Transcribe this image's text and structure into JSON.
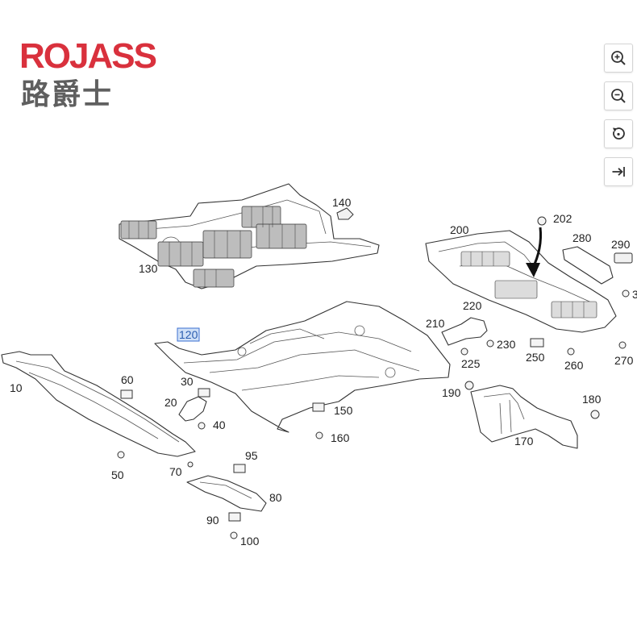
{
  "brand": {
    "name_en": "ROJASS",
    "name_cn": "路爵士",
    "color": "#d9313d",
    "color_cn": "#5f5f5f"
  },
  "toolbar": [
    {
      "name": "zoom-in-button",
      "icon": "zoom-in-icon"
    },
    {
      "name": "zoom-out-button",
      "icon": "zoom-out-icon"
    },
    {
      "name": "rotate-button",
      "icon": "rotate-icon"
    },
    {
      "name": "fit-button",
      "icon": "arrow-to-edge-icon"
    }
  ],
  "diagram": {
    "callouts": [
      "10",
      "20",
      "30",
      "40",
      "50",
      "60",
      "70",
      "80",
      "90",
      "95",
      "100",
      "120",
      "130",
      "140",
      "150",
      "160",
      "170",
      "180",
      "190",
      "200",
      "202",
      "210",
      "220",
      "225",
      "230",
      "250",
      "260",
      "270",
      "280",
      "290",
      "3"
    ],
    "highlighted": "120"
  }
}
